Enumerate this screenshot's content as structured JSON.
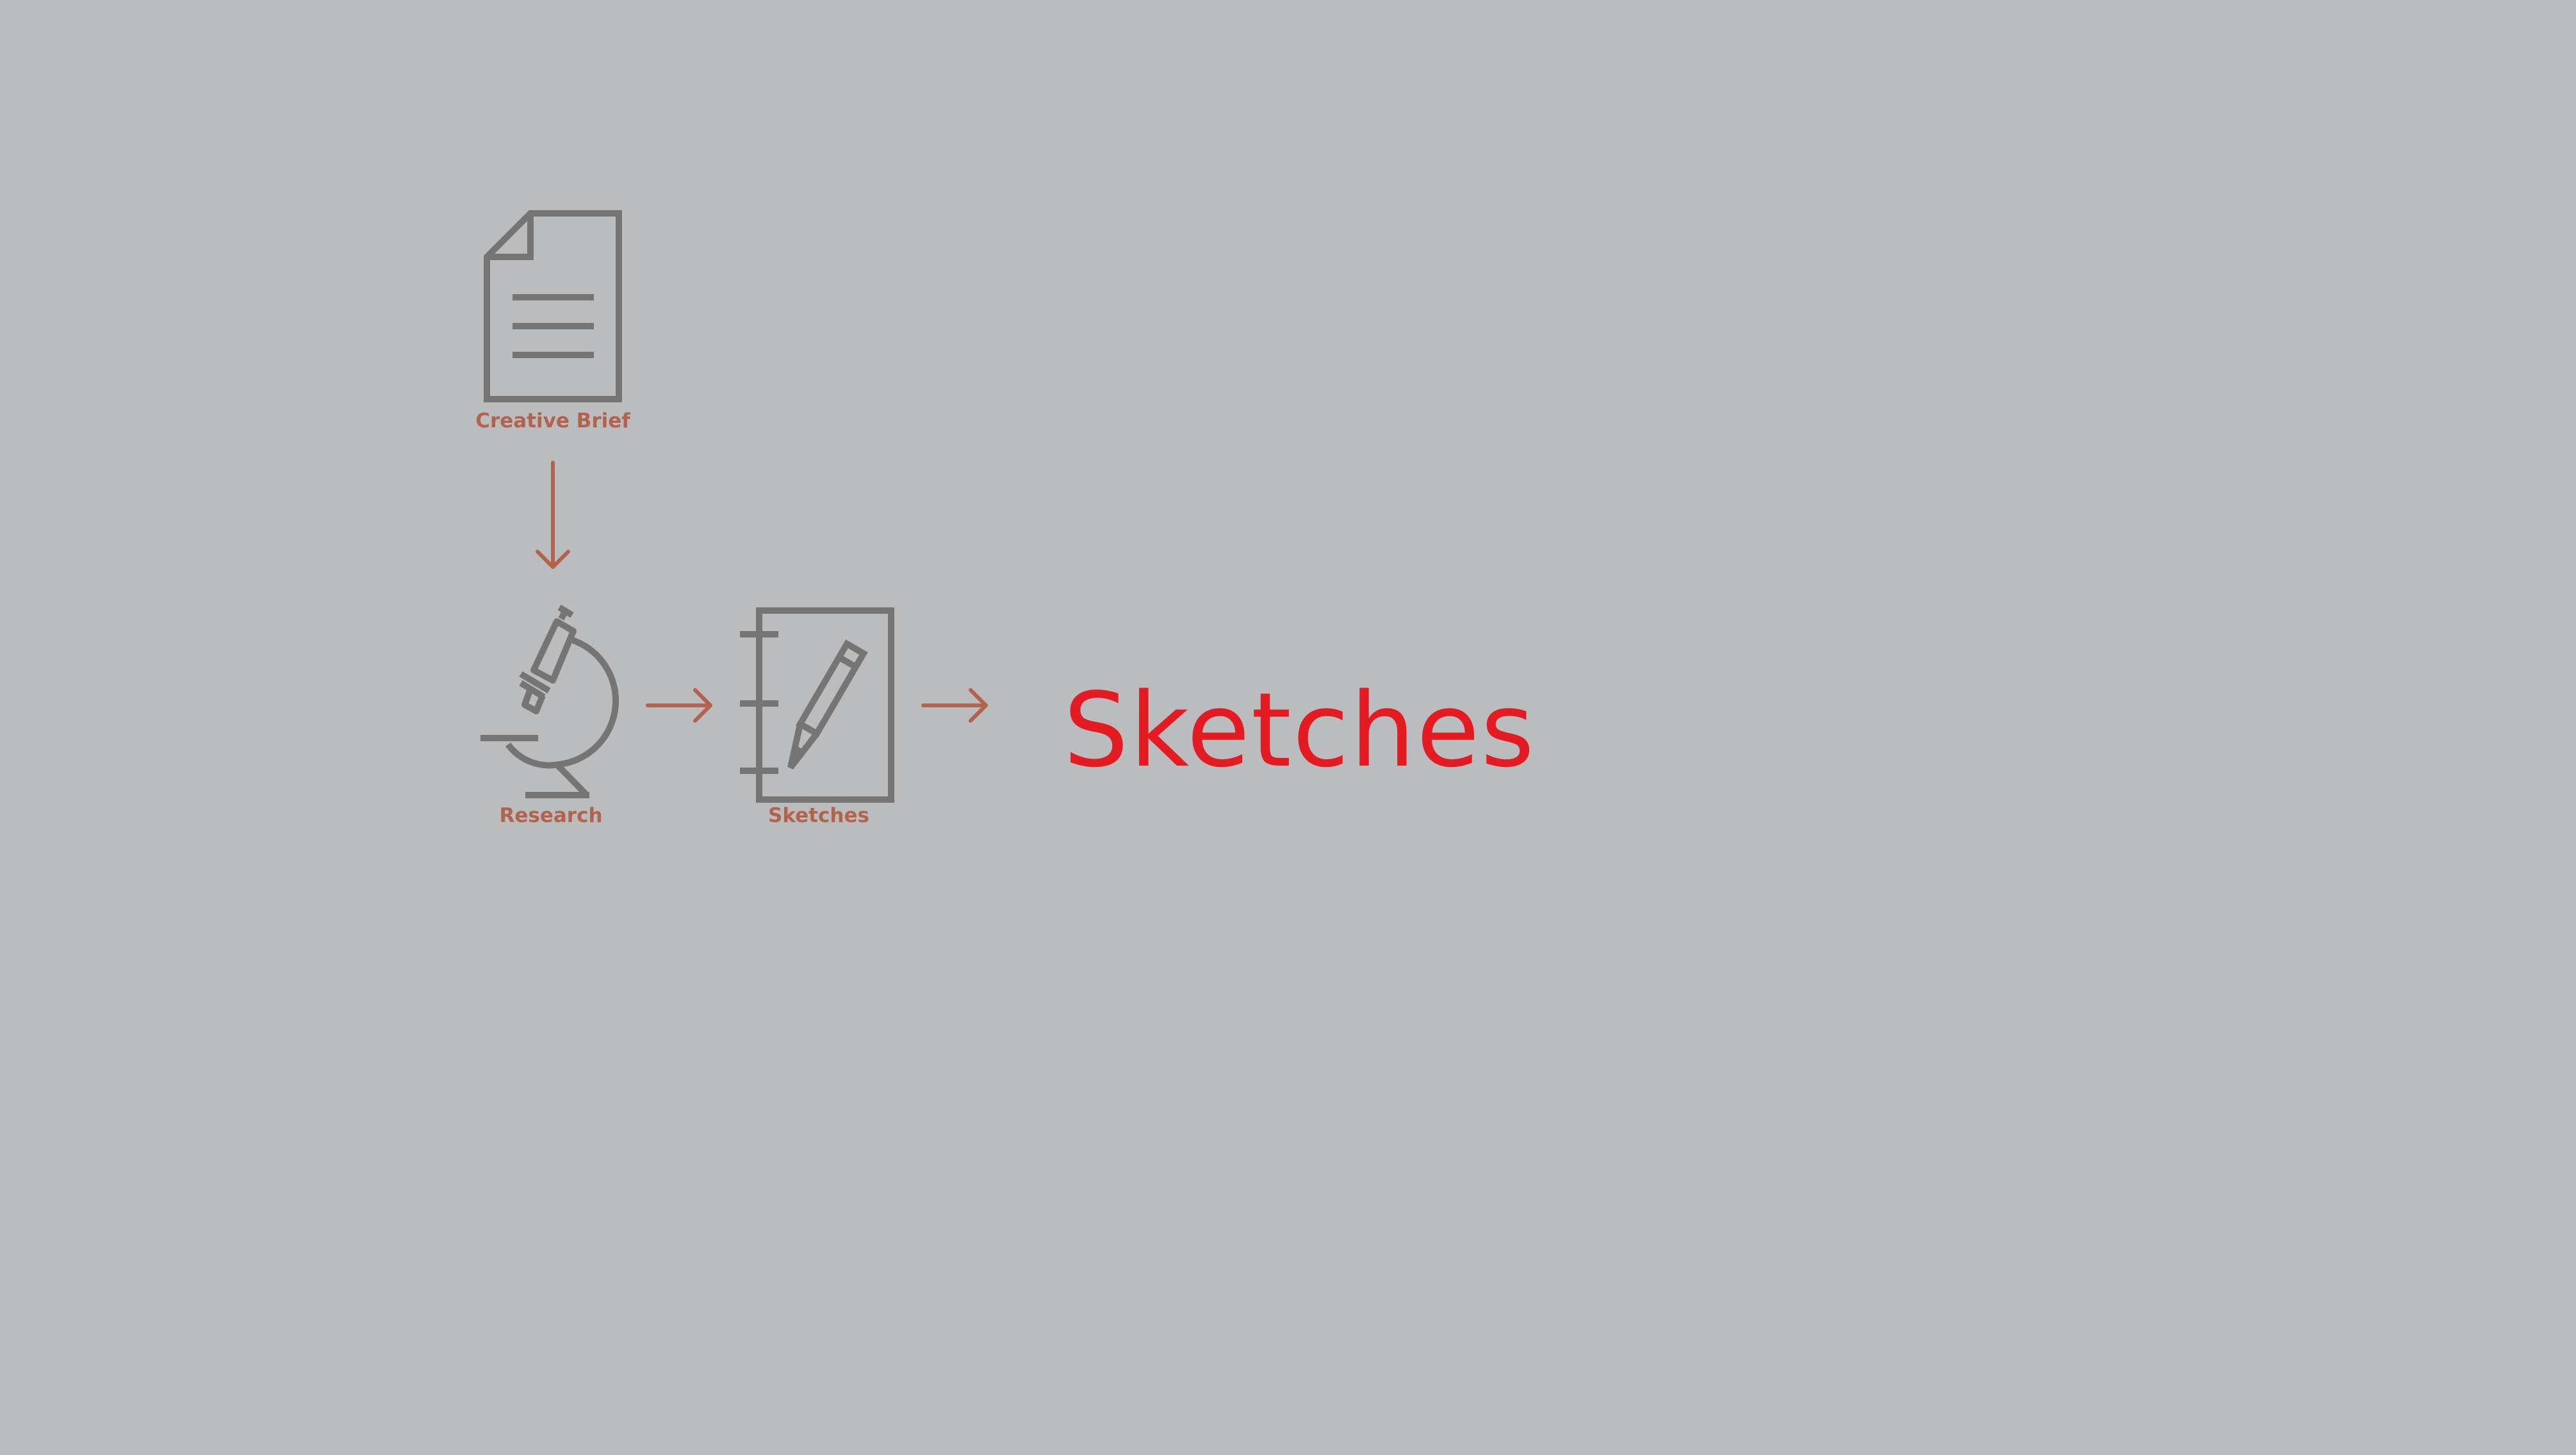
{
  "colors": {
    "background": "#bbbcbe",
    "icon_stroke": "#757576",
    "label": "#b2634d",
    "arrow": "#b2634d",
    "headline": "#e31b23"
  },
  "nodes": {
    "creative_brief": {
      "label": "Creative Brief",
      "icon": "document-icon"
    },
    "research": {
      "label": "Research",
      "icon": "microscope-icon"
    },
    "sketches": {
      "label": "Sketches",
      "icon": "sketchbook-pencil-icon"
    }
  },
  "edges": [
    {
      "from": "creative_brief",
      "to": "research",
      "direction": "down"
    },
    {
      "from": "research",
      "to": "sketches",
      "direction": "right"
    },
    {
      "from": "sketches",
      "to": "headline",
      "direction": "right"
    }
  ],
  "headline": {
    "text": "Sketches"
  }
}
